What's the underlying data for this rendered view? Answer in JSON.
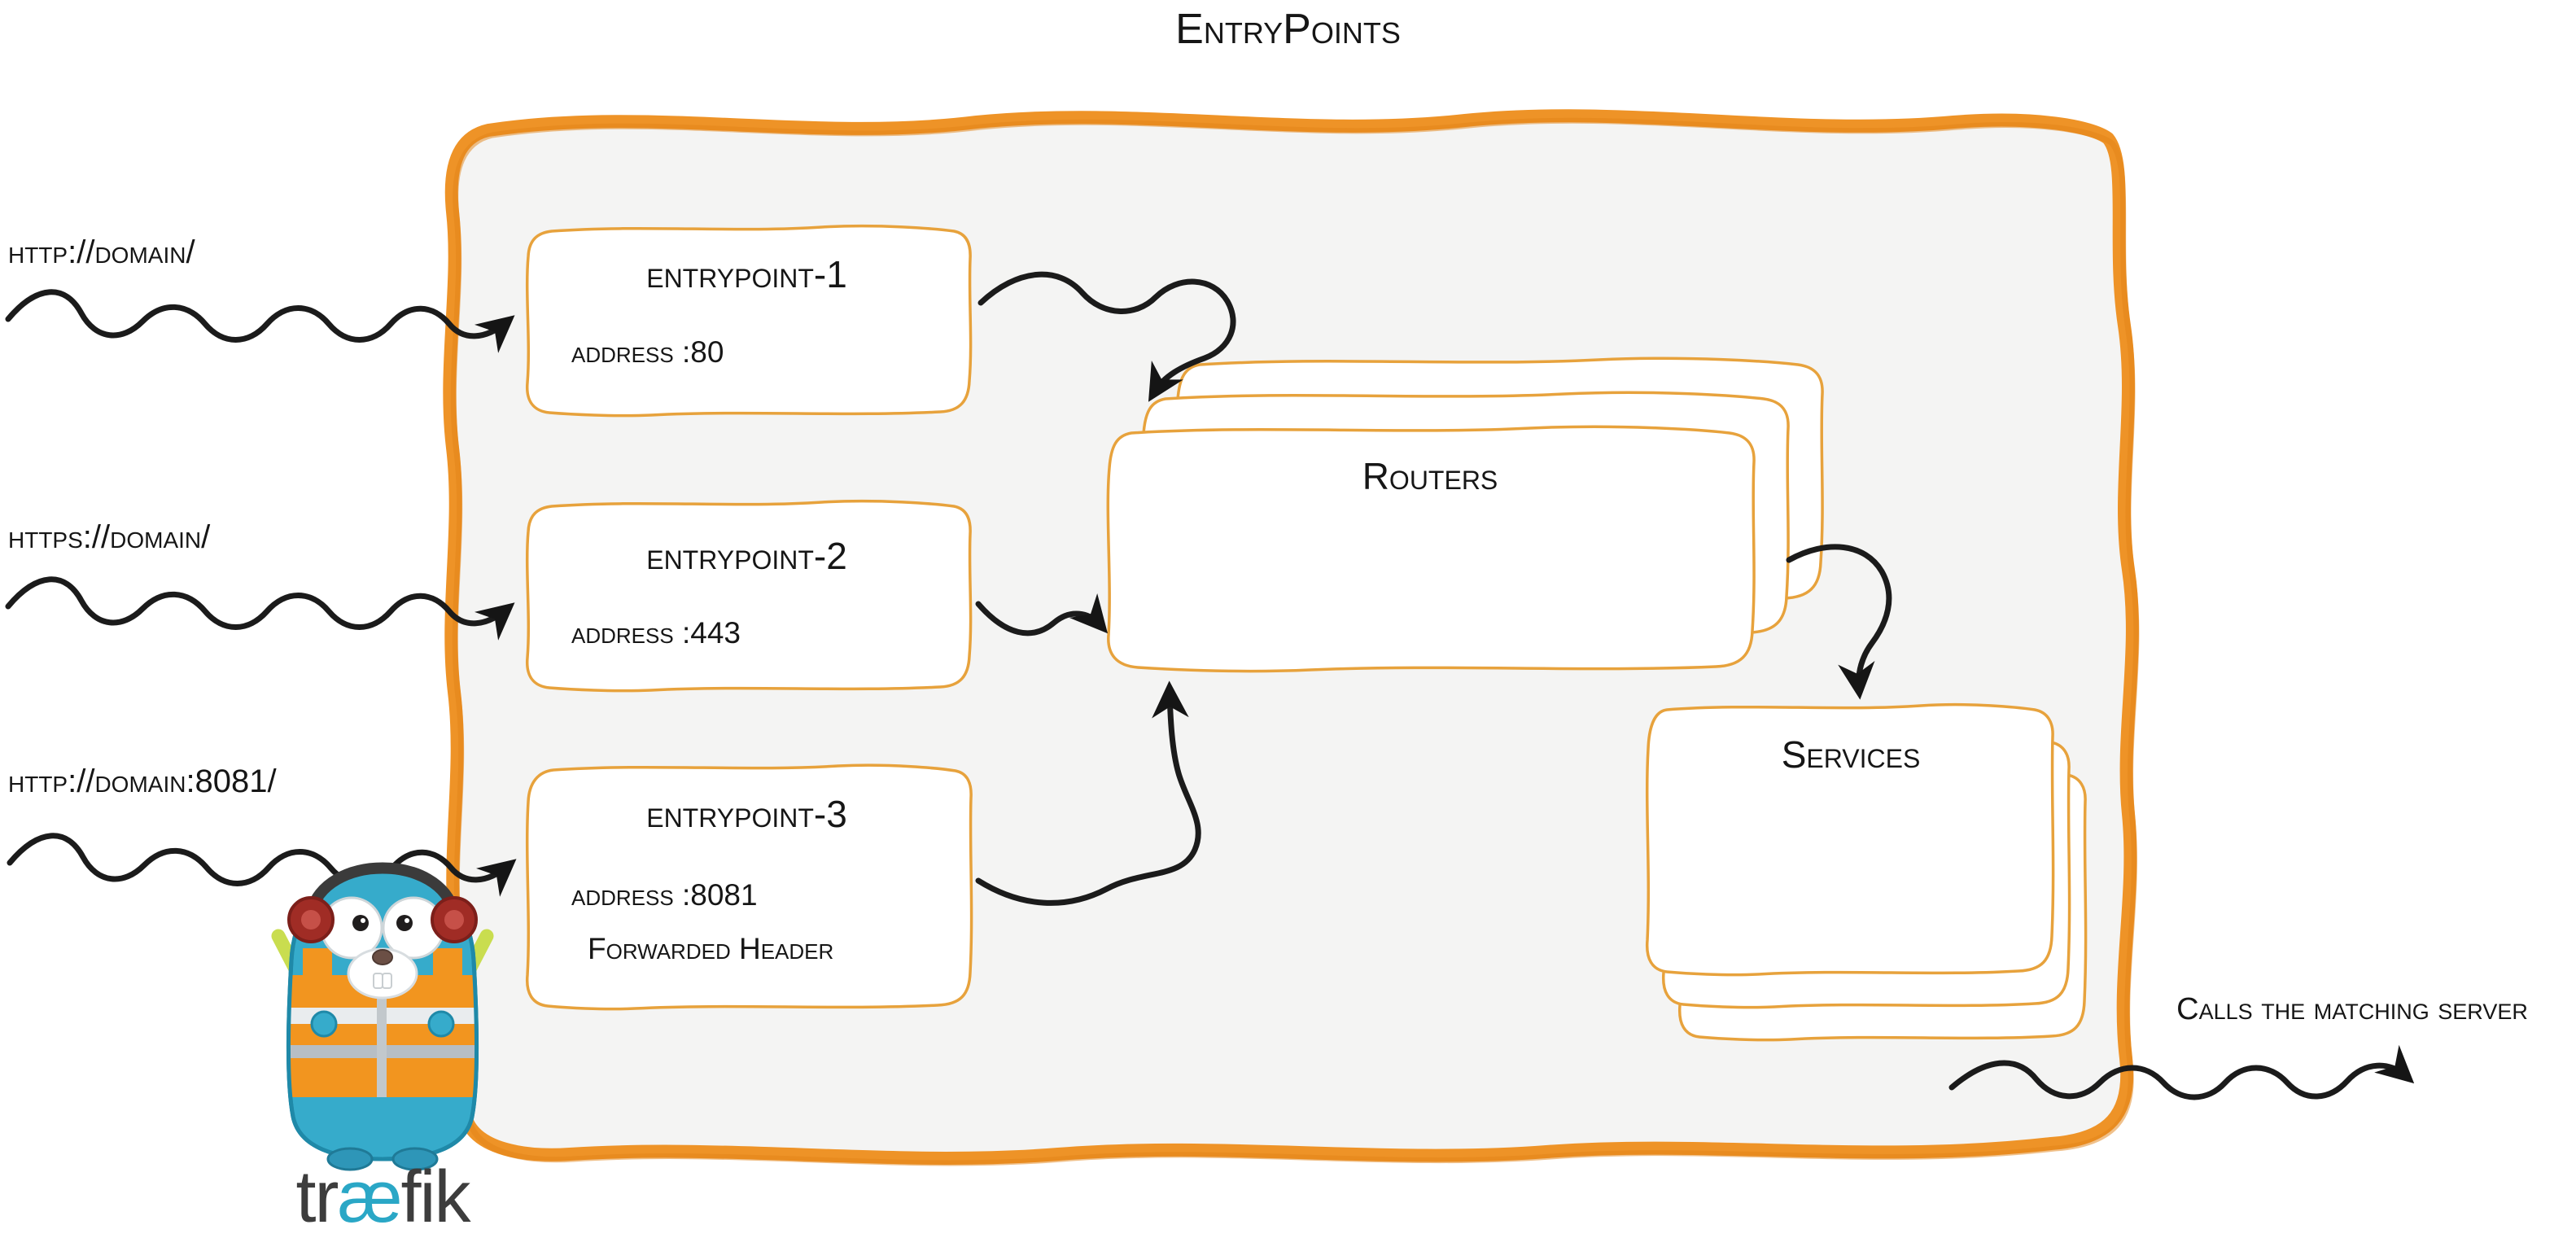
{
  "title": "EntryPoints",
  "requests": [
    "http://domain/",
    "https://domain/",
    "http://domain:8081/"
  ],
  "entrypoints": [
    {
      "name": "entrypoint-1",
      "address": "address :80"
    },
    {
      "name": "entrypoint-2",
      "address": "address :443"
    },
    {
      "name": "entrypoint-3",
      "address": "address :8081",
      "note": "Forwarded Header"
    }
  ],
  "routers": {
    "label": "Routers"
  },
  "services": {
    "label": "Services"
  },
  "caption": "Calls the matching server",
  "logo": {
    "pre": "tr",
    "ae": "æ",
    "post": "fik"
  },
  "colors": {
    "accent_orange": "#EE9327",
    "box_stroke": "#E7A23C",
    "container_fill": "#F4F4F3",
    "arrow_black": "#1B1B1B",
    "logo_teal": "#2AA7C6",
    "logo_text": "#3D3D3D",
    "gopher_blue": "#36ABCB",
    "vest_orange": "#F2951F",
    "earmuff_red": "#A02C25",
    "glowstick_green": "#C9DD4F"
  }
}
